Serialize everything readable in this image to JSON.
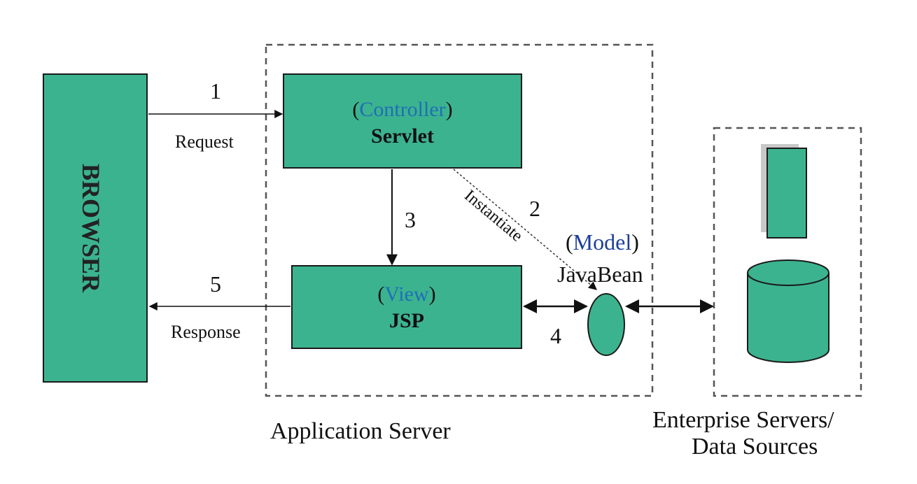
{
  "colors": {
    "box_fill": "#3cb38f",
    "box_stroke": "#1a1a1a",
    "dashed": "#555555",
    "accent_text": "#1f6fb5"
  },
  "browser": {
    "label": "BROWSER"
  },
  "controller": {
    "role": "Controller",
    "name": "Servlet"
  },
  "view": {
    "role": "View",
    "name": "JSP"
  },
  "model": {
    "role": "Model",
    "name": "JavaBean"
  },
  "arrows": {
    "step1": {
      "number": "1",
      "label": "Request"
    },
    "step2": {
      "number": "2",
      "label": "Instantiate"
    },
    "step3": {
      "number": "3"
    },
    "step4": {
      "number": "4"
    },
    "step5": {
      "number": "5",
      "label": "Response"
    }
  },
  "regions": {
    "app_server": "Application Server",
    "enterprise_line1": "Enterprise Servers/",
    "enterprise_line2": "Data Sources"
  }
}
